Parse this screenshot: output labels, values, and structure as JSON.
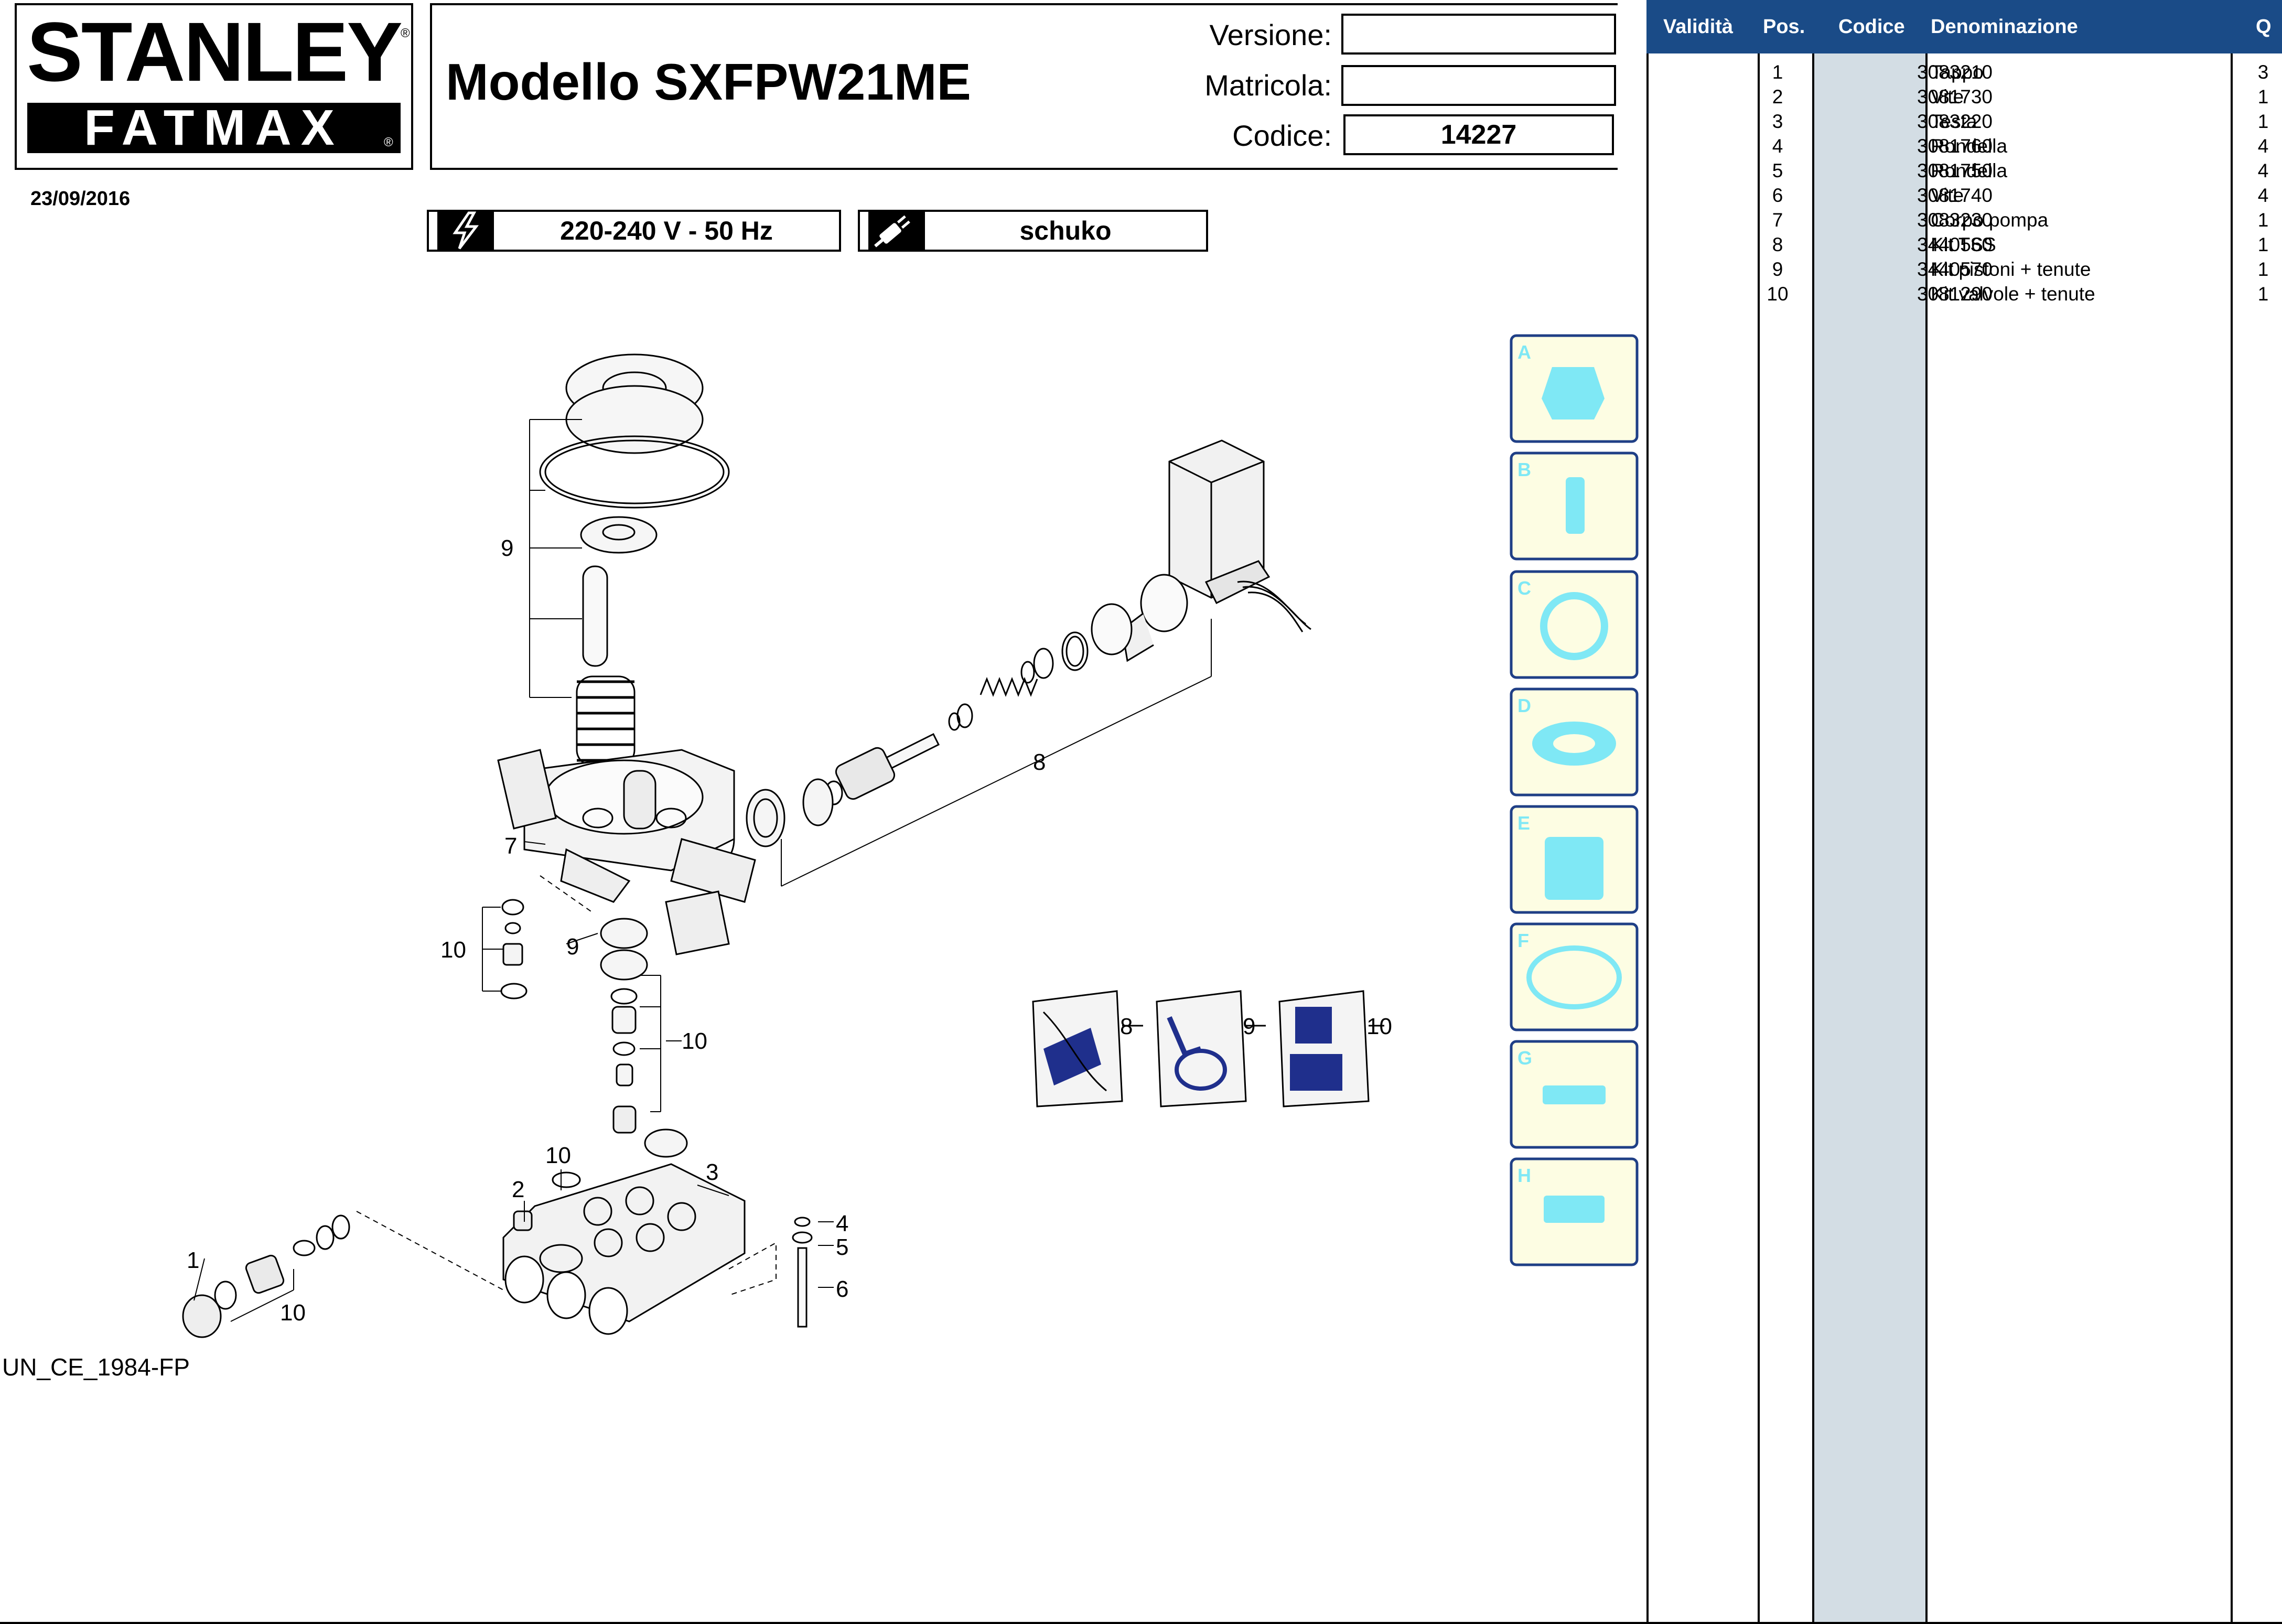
{
  "brand": {
    "name_top": "STANLEY",
    "name_bottom": "FATMAX",
    "registered": "®"
  },
  "date": "23/09/2016",
  "model": "Modello SXFPW21ME",
  "fields": {
    "versione_label": "Versione:",
    "versione_value": "",
    "matricola_label": "Matricola:",
    "matricola_value": "",
    "codice_label": "Codice:",
    "codice_value": "14227"
  },
  "specs": {
    "voltage": "220-240 V - 50 Hz",
    "plug": "schuko"
  },
  "drawing_code": "UN_CE_1984-FP",
  "table": {
    "headers": {
      "validita": "Validità",
      "pos": "Pos.",
      "codice": "Codice",
      "denominazione": "Denominazione",
      "q": "Q"
    },
    "rows": [
      {
        "pos": "1",
        "code": "3083210",
        "desc": "Tappo",
        "qty": "3"
      },
      {
        "pos": "2",
        "code": "3081730",
        "desc": "Vite",
        "qty": "1"
      },
      {
        "pos": "3",
        "code": "3083220",
        "desc": "Testa",
        "qty": "1"
      },
      {
        "pos": "4",
        "code": "3081760",
        "desc": "Rondella",
        "qty": "4"
      },
      {
        "pos": "5",
        "code": "3081750",
        "desc": "Rondella",
        "qty": "4"
      },
      {
        "pos": "6",
        "code": "3081740",
        "desc": "Vite",
        "qty": "4"
      },
      {
        "pos": "7",
        "code": "3083230",
        "desc": "Corpo pompa",
        "qty": "1"
      },
      {
        "pos": "8",
        "code": "3440560",
        "desc": "Kit TSS",
        "qty": "1"
      },
      {
        "pos": "9",
        "code": "3440570",
        "desc": "Kit pistoni + tenute",
        "qty": "1"
      },
      {
        "pos": "10",
        "code": "3081290",
        "desc": "Kit valvole + tenute",
        "qty": "1"
      }
    ]
  },
  "side_legend": [
    "A",
    "B",
    "C",
    "D",
    "E",
    "F",
    "G",
    "H"
  ],
  "callouts": {
    "c1": "1",
    "c2": "2",
    "c3": "3",
    "c4": "4",
    "c5": "5",
    "c6": "6",
    "c7": "7",
    "c8": "8",
    "c9a": "9",
    "c9b": "9",
    "c10a": "10",
    "c10b": "10",
    "c10c": "10",
    "c10d": "10",
    "kit8": "8",
    "kit9": "9",
    "kit10": "10"
  },
  "colors": {
    "header_bg": "#1a4b87",
    "code_column_bg": "#d3dde4",
    "legend_box_bg": "#fdfde3",
    "legend_box_border": "#1f3f86",
    "legend_icon": "#7fe8f5"
  }
}
